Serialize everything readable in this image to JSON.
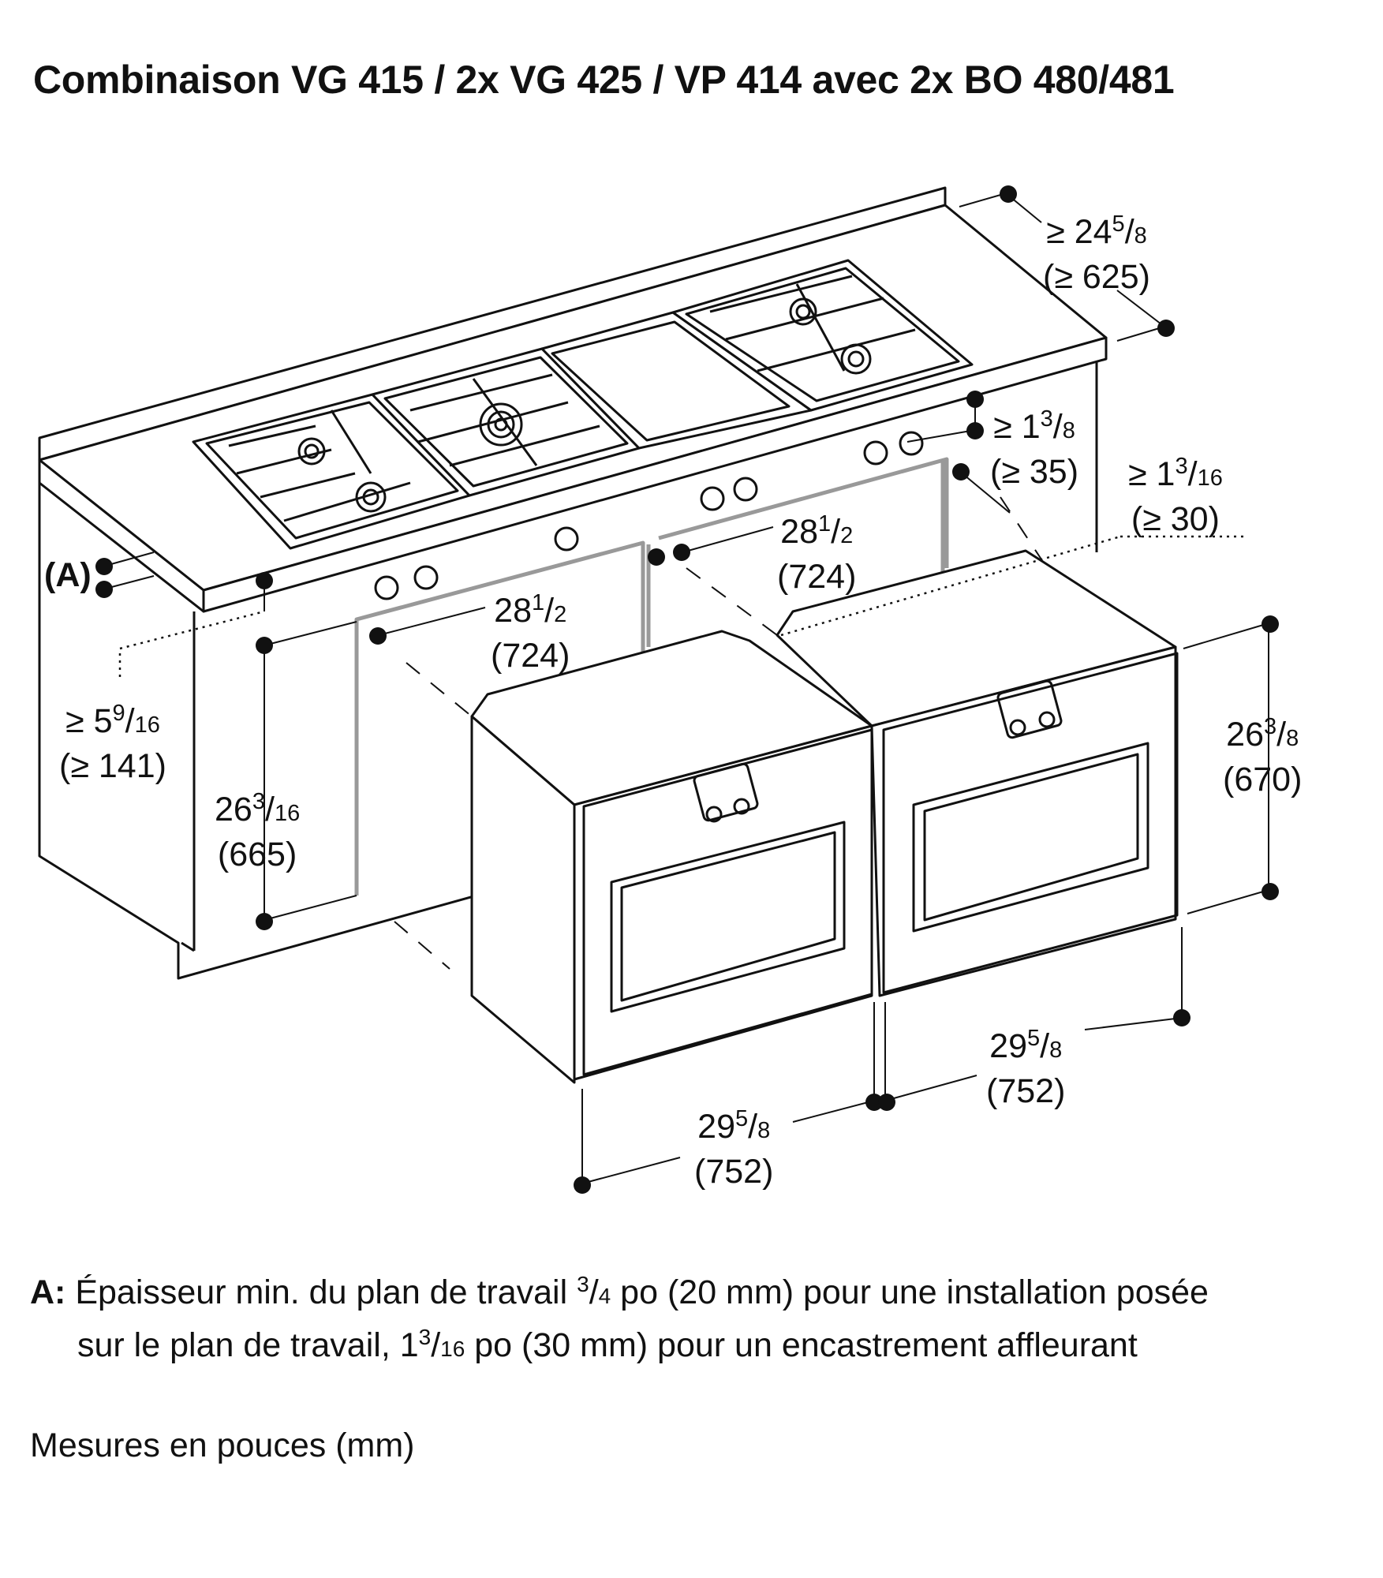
{
  "title": "Combinaison VG 415 / 2x VG 425 / VP 414 avec 2x BO 480/481",
  "callout_a": "(A)",
  "dimensions": {
    "depth": {
      "prefix": "≥ 24",
      "num": "5",
      "den": "8",
      "mm": "(≥ 625)"
    },
    "top_gap": {
      "prefix": "≥ 1",
      "num": "3",
      "den": "8",
      "mm": "(≥ 35)"
    },
    "side_gap": {
      "prefix": "≥ 1",
      "num": "3",
      "den": "16",
      "mm": "(≥ 30)"
    },
    "niche_width_left": {
      "prefix": "28",
      "num": "1",
      "den": "2",
      "mm": "(724)"
    },
    "niche_width_right": {
      "prefix": "28",
      "num": "1",
      "den": "2",
      "mm": "(724)"
    },
    "left_offset": {
      "prefix": "≥ 5",
      "num": "9",
      "den": "16",
      "mm": "(≥ 141)"
    },
    "niche_height": {
      "prefix": "26",
      "num": "3",
      "den": "16",
      "mm": "(665)"
    },
    "oven_height": {
      "prefix": "26",
      "num": "3",
      "den": "8",
      "mm": "(670)"
    },
    "oven_width_left": {
      "prefix": "29",
      "num": "5",
      "den": "8",
      "mm": "(752)"
    },
    "oven_width_right": {
      "prefix": "29",
      "num": "5",
      "den": "8",
      "mm": "(752)"
    }
  },
  "note": {
    "key": "A:",
    "line1_a": "Épaisseur min. du plan de travail ",
    "line1_num": "3",
    "line1_den": "4",
    "line1_b": " po (20 mm) pour une installation posée",
    "line2_a": "sur le plan de travail, 1",
    "line2_num": "3",
    "line2_den": "16",
    "line2_b": " po (30 mm) pour un encastrement affleurant"
  },
  "footer": "Mesures en pouces (mm)"
}
